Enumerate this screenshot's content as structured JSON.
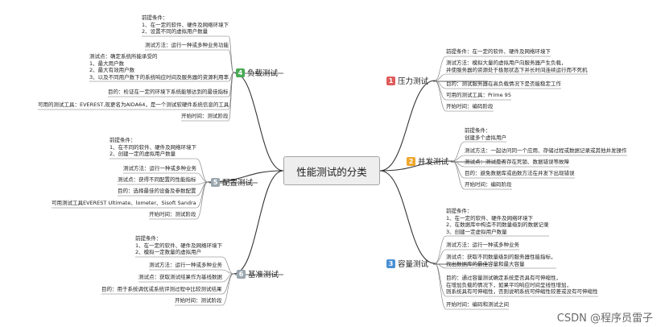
{
  "title": "性能测试的分类",
  "colors": {
    "pressure": "#e05b5b",
    "concurrency": "#efa62a",
    "capacity": "#4a8fd4",
    "load": "#4aaa55",
    "config": "#9aa6ae",
    "benchmark": "#9aa6ae"
  },
  "branches": {
    "load": {
      "num": "4",
      "label": "负载测试",
      "leaves": [
        [
          "前提条件：",
          "1、在一定的软件、硬件及网络环境下",
          "2、设置不同的虚拟用户数量"
        ],
        [
          "测试方法：运行一种或多种业务功能"
        ],
        [
          "测试点：确定系统所能承受的",
          "1、最大用户数",
          "2、最大有效用户数",
          "3、以及不同用户数下的系统响应时间及服务器的资源利用率"
        ],
        [
          "目的：检证在一定的环境下系统能够达到的最佳指标"
        ],
        [
          "可用的测试工具：EVEREST,现更名为AIDA64，是一个测试软硬件系统信息的工具"
        ],
        [
          "开始时间：测试阶段"
        ]
      ]
    },
    "config": {
      "num": "5",
      "label": "配置测试",
      "leaves": [
        [
          "前提条件：",
          "1、在不同的软件、硬件及网络环境下",
          "2、创建一定的虚拟用户数量"
        ],
        [
          "测试方法：运行一种或多种业务"
        ],
        [
          "测试点：获得不同配置的性能指标"
        ],
        [
          "目的：选择最佳的设备及参数配置"
        ],
        [
          "可用测试工具EVEREST Ultimate、lometer、Sisoft Sandra"
        ],
        [
          "开始时间：测试阶段"
        ]
      ]
    },
    "benchmark": {
      "num": "6",
      "label": "基准测试",
      "leaves": [
        [
          "前提条件：",
          "1、在一定的软件、硬件及网络环境下",
          "2、模拟一定数量的虚拟用户"
        ],
        [
          "测试方法：运行一种或多种业务"
        ],
        [
          "测试点：获取测试结果作为基线数据"
        ],
        [
          "目的：用于系统调优或系统评测过程中比较测试结果"
        ],
        [
          "开始时间：测试阶段"
        ]
      ]
    },
    "pressure": {
      "num": "1",
      "label": "压力测试",
      "leaves": [
        [
          "前提条件：在一定的软件、硬件及网络环境下"
        ],
        [
          "测试方法：模拟大量的虚拟用户向服务器产生负载，",
          "并使服务器的资源处于极限状态下并长时间连续运行而不死机"
        ],
        [
          "目的：测试服务器在高负载情况下是否能稳定工作"
        ],
        [
          "可用的测试工具：Prime 95"
        ],
        [
          "开始时间：编码阶段"
        ]
      ]
    },
    "concurrency": {
      "num": "2",
      "label": "并发测试",
      "leaves": [
        [
          "前提条件：",
          "创建多个虚拟用户"
        ],
        [
          "测试方法：一起访问同一个应用、存储过程或数据记录或其他并发操作"
        ],
        [
          "测试点：测试是否存在死锁、数据错误等故障"
        ],
        [
          "目的：避免数据库或函数方法在并发下出现错误"
        ],
        [
          "开始时间：编码阶段"
        ]
      ]
    },
    "capacity": {
      "num": "3",
      "label": "容量测试",
      "leaves": [
        [
          "前提条件：",
          "1、在一定的软件、硬件及网络环境下",
          "2、在数据库中构造不同数量级别的数据记录",
          "3、创建一定虚拟用户数量"
        ],
        [
          "测试方法：运行一种或多种业务"
        ],
        [
          "测试点：获取不同数量级别的服务器性能指标，",
          "找出数据库的最佳容量和最大容量"
        ],
        [
          "目的：通过容量测试确定系统是否具有可伸缩性，",
          "在增加负载的情况下，如果平均响应时间呈线性增加，",
          "则系统具有可伸缩性，否则说明系统可伸缩性较差或没有可伸缩性"
        ],
        [
          "开始时间：编码和测试之间"
        ]
      ]
    }
  },
  "watermark": "CSDN @程序员雷子"
}
